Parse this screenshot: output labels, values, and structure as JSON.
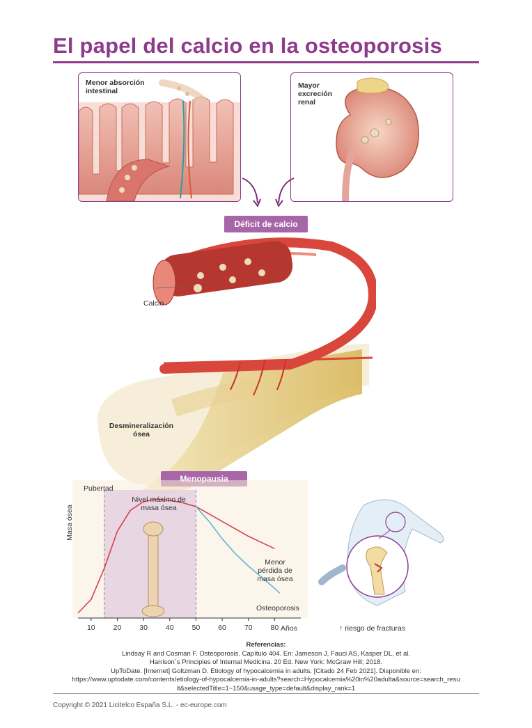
{
  "title": "El papel del calcio en la osteoporosis",
  "panel_intestine": {
    "label": "Menor absorción intestinal"
  },
  "panel_kidney": {
    "label": "Mayor excreción renal"
  },
  "deficit_pill": "Déficit de calcio",
  "vessel_label": "Calcio",
  "bone_label": "Desmineralización ósea",
  "menopause_pill": "Menopausia",
  "chart_data": {
    "type": "line",
    "ylabel": "Masa ósea",
    "xlabel": "Años",
    "x_ticks": [
      10,
      20,
      30,
      40,
      50,
      60,
      70,
      80
    ],
    "xlim": [
      5,
      90
    ],
    "band_labels": [
      "Pubertad"
    ],
    "shaded_band": [
      15,
      50
    ],
    "annotations": [
      "Nivel máximo de masa ósea",
      "Menor pérdida de masa ósea",
      "Osteoporosis"
    ],
    "series": [
      {
        "name": "Menor pérdida de masa ósea",
        "color": "#d6404c",
        "x": [
          5,
          10,
          15,
          20,
          25,
          30,
          35,
          40,
          45,
          50,
          55,
          60,
          65,
          70,
          75,
          80
        ],
        "values": [
          4,
          15,
          40,
          70,
          87,
          94,
          96,
          95,
          93,
          90,
          84,
          78,
          72,
          66,
          61,
          56
        ]
      },
      {
        "name": "Osteoporosis",
        "color": "#5fb7d8",
        "x": [
          50,
          55,
          60,
          65,
          70,
          75,
          80,
          82
        ],
        "values": [
          90,
          78,
          64,
          52,
          42,
          33,
          24,
          20
        ]
      }
    ]
  },
  "fracture_label": "↑ riesgo de fracturas",
  "references": {
    "heading": "Referencias:",
    "lines": [
      "Lindsay R and Cosman F. Osteoporosis. Capítulo 404. En: Jameson J, Fauci AS, Kasper DL, et al.",
      "Harrison´s Principles of Internal Medicina. 20 Ed. New York: McGraw Hill; 2018.",
      "UpToDate. [Internet] Goltzman D. Etiology of hypocalcemia in adults. [Citado 24 Feb 2021]. Disponible en:",
      "https://www.uptodate.com/contents/etiology-of-hypocalcemia-in-adults?search=Hypocalcemia%20in%20adulta&source=search_resu",
      "lt&selectedTitle=1~150&usage_type=default&display_rank=1"
    ]
  },
  "copyright": "Copyright © 2021 Licitelco España S.L. - ec-europe.com"
}
